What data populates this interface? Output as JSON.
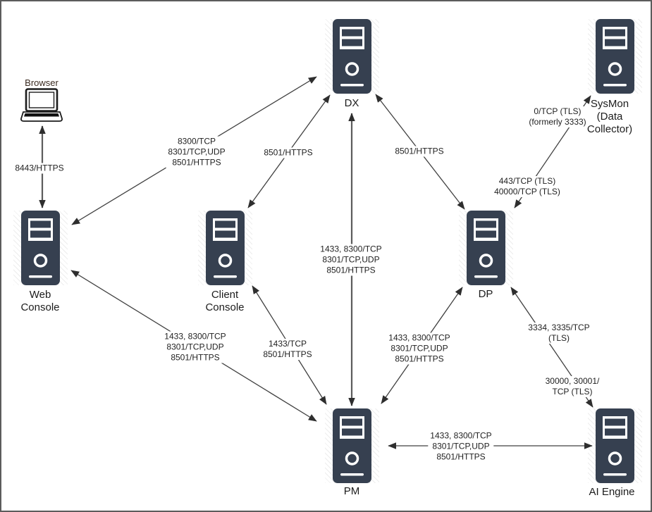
{
  "diagram": {
    "type": "network-architecture-diagram",
    "colors": {
      "server_fill": "#364050",
      "connector_line": "#404040",
      "connector_line_thick": "#5c5c5c",
      "arrowhead": "#2e2e2e",
      "label_text": "#1f1f1f",
      "browser_label_text": "#3a2a20",
      "canvas_border": "#5c5c5c",
      "background": "#ffffff"
    },
    "icons": {
      "server": "server-tower-icon",
      "browser": "laptop-icon"
    },
    "nodes": {
      "browser": {
        "lines": [
          "Browser"
        ]
      },
      "dx": {
        "lines": [
          "DX"
        ]
      },
      "sysmon": {
        "lines": [
          "SysMon",
          "(Data",
          "Collector)"
        ]
      },
      "web_console": {
        "lines": [
          "Web",
          "Console"
        ]
      },
      "client_console": {
        "lines": [
          "Client",
          "Console"
        ]
      },
      "dp": {
        "lines": [
          "DP"
        ]
      },
      "pm": {
        "lines": [
          "PM"
        ]
      },
      "ai_engine": {
        "lines": [
          "AI Engine"
        ]
      }
    },
    "edges": {
      "browser_web_console": {
        "lines": [
          "8443/HTTPS"
        ],
        "ends": [
          "browser",
          "web_console"
        ],
        "bidirectional": true
      },
      "web_console_dx": {
        "lines": [
          "8300/TCP",
          "8301/TCP,UDP",
          "8501/HTTPS"
        ],
        "ends": [
          "web_console",
          "dx"
        ],
        "bidirectional": true
      },
      "client_console_dx": {
        "lines": [
          "8501/HTTPS"
        ],
        "ends": [
          "client_console",
          "dx"
        ],
        "bidirectional": true
      },
      "dp_dx": {
        "lines": [
          "8501/HTTPS"
        ],
        "ends": [
          "dx",
          "dp"
        ],
        "bidirectional": true
      },
      "dx_pm": {
        "lines": [
          "1433, 8300/TCP",
          "8301/TCP,UDP",
          "8501/HTTPS"
        ],
        "ends": [
          "dx",
          "pm"
        ],
        "bidirectional": true
      },
      "dp_sysmon_upper": {
        "lines": [
          "0/TCP (TLS)",
          "(formerly 3333)"
        ],
        "ends": [
          "dp",
          "sysmon"
        ],
        "bidirectional": true
      },
      "dp_sysmon_lower": {
        "lines": [
          "443/TCP (TLS)",
          "40000/TCP (TLS)"
        ],
        "ends": [
          "dp",
          "sysmon"
        ],
        "bidirectional": true
      },
      "web_console_pm": {
        "lines": [
          "1433, 8300/TCP",
          "8301/TCP,UDP",
          "8501/HTTPS"
        ],
        "ends": [
          "web_console",
          "pm"
        ],
        "bidirectional": true
      },
      "client_console_pm": {
        "lines": [
          "1433/TCP",
          "8501/HTTPS"
        ],
        "ends": [
          "client_console",
          "pm"
        ],
        "bidirectional": true
      },
      "dp_pm": {
        "lines": [
          "1433, 8300/TCP",
          "8301/TCP,UDP",
          "8501/HTTPS"
        ],
        "ends": [
          "dp",
          "pm"
        ],
        "bidirectional": true
      },
      "dp_ai_upper": {
        "lines": [
          "3334, 3335/TCP",
          "(TLS)"
        ],
        "ends": [
          "dp",
          "ai_engine"
        ],
        "bidirectional": true
      },
      "dp_ai_lower": {
        "lines": [
          "30000, 30001/",
          "TCP (TLS)"
        ],
        "ends": [
          "dp",
          "ai_engine"
        ],
        "bidirectional": true
      },
      "pm_ai": {
        "lines": [
          "1433, 8300/TCP",
          "8301/TCP,UDP",
          "8501/HTTPS"
        ],
        "ends": [
          "pm",
          "ai_engine"
        ],
        "bidirectional": true
      }
    }
  }
}
